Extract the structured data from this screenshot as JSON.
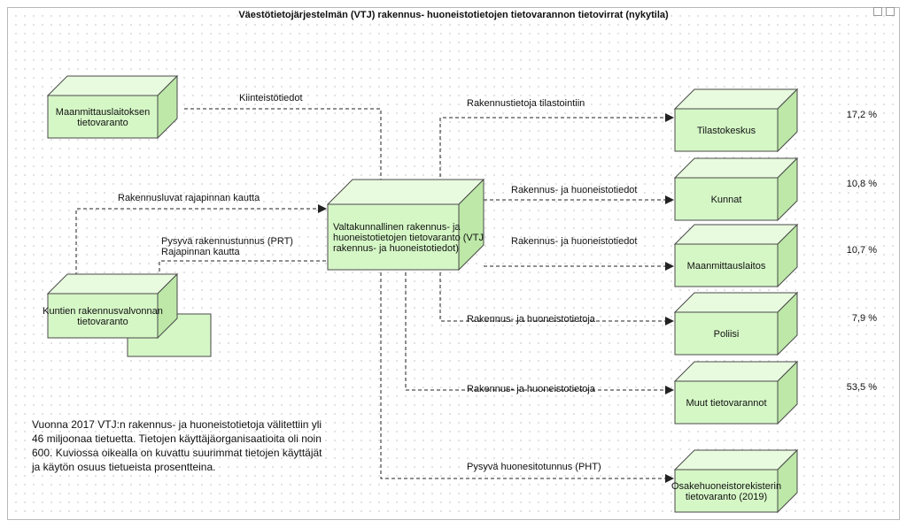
{
  "title": "Väestötietojärjestelmän (VTJ) rakennus- huoneistotietojen tietovarannon tietovirrat (nykytila)",
  "note": "Vuonna 2017 VTJ:n rakennus- ja huoneistotietoja välitettiin yli 46 miljoonaa tietuetta. Tietojen käyttäjäorganisaatioita oli noin 600. Kuviossa oikealla on kuvattu suurimmat tietojen käyttäjät ja käytön osuus tietueista prosentteina.",
  "colors": {
    "node_front": "#d5f7c6",
    "node_top": "#e8fbdf",
    "node_side": "#bde8a8",
    "border": "#4a4a4a",
    "link": "#222222"
  },
  "nodes": {
    "mml_source": [
      "Maanmittauslaitoksen",
      "tietovaranto"
    ],
    "central": [
      "Valtakunnallinen rakennus- ja",
      "huoneistotietojen tietovaranto (VTJ",
      "rakennus- ja huoneistotiedot)"
    ],
    "municipal": [
      "Kuntien rakennusvalvonnan",
      "tietovaranto"
    ],
    "consumers": [
      {
        "label": [
          "Tilastokeskus"
        ],
        "share": "17,2 %"
      },
      {
        "label": [
          "Kunnat"
        ],
        "share": "10,8 %"
      },
      {
        "label": [
          "Maanmittauslaitos"
        ],
        "share": "10,7 %"
      },
      {
        "label": [
          "Poliisi"
        ],
        "share": "7,9 %"
      },
      {
        "label": [
          "Muut tietovarannot"
        ],
        "share": "53,5 %"
      },
      {
        "label": [
          "Osakehuoneistorekisterin",
          "tietovaranto (2019)"
        ],
        "share": ""
      }
    ]
  },
  "links": {
    "kiinteistotiedot": [
      "Kiinteistötiedot"
    ],
    "rakennusluvat": [
      "Rakennusluvat rajapinnan kautta"
    ],
    "prt": [
      "Pysyvä rakennustunnus (PRT)",
      "Rajapinnan kautta"
    ],
    "to_consumers": [
      [
        "Rakennustietoja tilastointiin"
      ],
      [
        "Rakennus- ja huoneistotiedot"
      ],
      [
        "Rakennus- ja huoneistotiedot"
      ],
      [
        "Rakennus- ja huoneistotietoja"
      ],
      [
        "Rakennus- ja huoneistotietoja"
      ],
      [
        "Pysyvä huonesitotunnus (PHT)"
      ]
    ]
  }
}
